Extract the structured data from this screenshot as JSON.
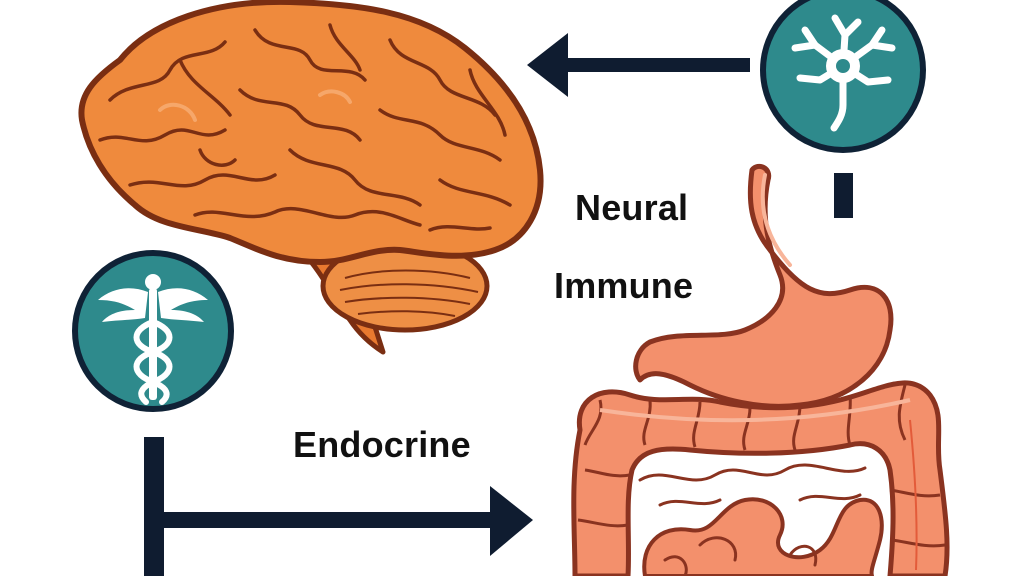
{
  "labels": {
    "neural": "Neural",
    "immune": "Immune",
    "endocrine": "Endocrine"
  },
  "icons": {
    "brain": "brain-icon",
    "neuron": "neuron-icon",
    "caduceus": "caduceus-icon",
    "gut": "stomach-intestines-icon"
  },
  "colors": {
    "brain_fill": "#ef8a3d",
    "brain_outline": "#7a2e12",
    "gut_fill": "#f3906c",
    "gut_outline": "#8a3320",
    "circle_fill": "#2e8a8c",
    "circle_outline": "#0f2236",
    "arrow": "#0f1c30"
  }
}
